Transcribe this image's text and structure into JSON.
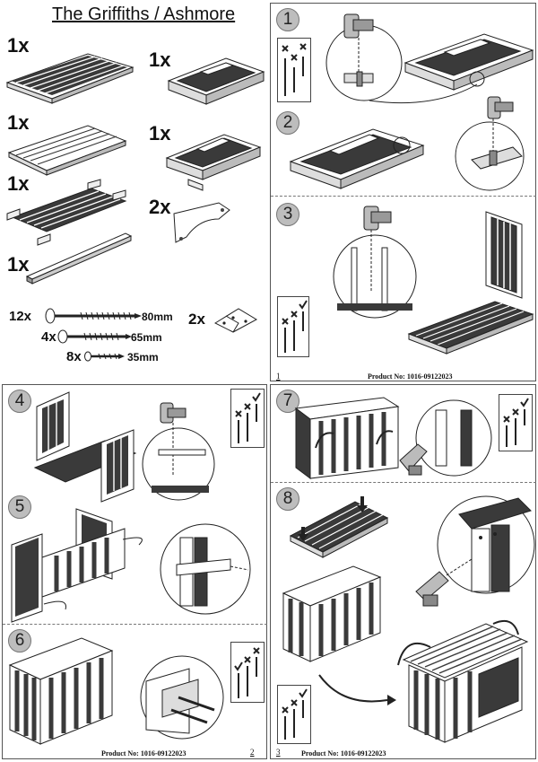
{
  "header": {
    "title": "The Griffiths / Ashmore"
  },
  "parts": {
    "q_top": "1x",
    "q_floor": "1x",
    "q_base": "1x",
    "q_beam": "1x",
    "q_frame1": "1x",
    "q_frame2": "1x",
    "q_bracket": "2x",
    "q_lbracket": "2x"
  },
  "screws": [
    {
      "qty": "12x",
      "len": "80mm"
    },
    {
      "qty": "4x",
      "len": "65mm"
    },
    {
      "qty": "8x",
      "len": "35mm"
    }
  ],
  "steps": [
    "1",
    "2",
    "3",
    "4",
    "5",
    "6",
    "7",
    "8"
  ],
  "footer": {
    "product": "Product No: 1016-09122023",
    "page1": "1",
    "page2": "2",
    "page3": "3"
  }
}
